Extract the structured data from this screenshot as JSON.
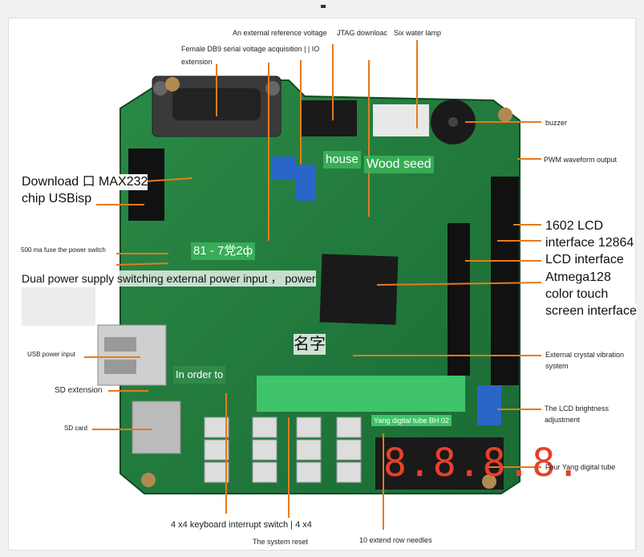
{
  "labels": {
    "ext_ref_voltage": "An external reference voltage",
    "jtag_download": "JTAG downloac",
    "six_water_lamp": "Six water lamp",
    "female_db9": "Female DB9 serial voltage acquisition | | IO",
    "extension": "extension",
    "buzzer": "buzzer",
    "pwm_output": "PWM waveform output",
    "download_line1": "Download 口 MAX232",
    "download_line2": "chip USBisp",
    "fuse_switch": "500 ma fuse the power switch",
    "dual_power": "Dual power supply switching external power input ， power",
    "lcd1602": "1602 LCD",
    "interface_12864": "interface 12864",
    "lcd_interface": "LCD interface",
    "atmega128": "Atmega128",
    "color_touch": "color touch",
    "screen_interface": "screen interface",
    "usb_power": "USB power input",
    "sd_extension": "SD extension",
    "sd_card": "SD card",
    "crystal_line1": "External crystal vibration",
    "crystal_line2": "system",
    "lcd_brightness_1": "The LCD brightness",
    "lcd_brightness_2": "adjustment",
    "four_yang": "Four Yang digital tube",
    "keyboard_switch": "4 x4 keyboard interrupt switch | 4 x4",
    "system_reset": "The system reset",
    "extend_row": "10 extend row needles",
    "house": "house",
    "wood_seed": "Wood seed",
    "name_chars": "名字",
    "in_order_to": "In order to",
    "yang_tube_bh": "Yang digital tube BH 02",
    "chip_81": "81 - 7党2ф"
  },
  "colors": {
    "board": "#1f7a3a",
    "board_dark": "#145a29",
    "leader_line": "#e87a1c",
    "digit": "#e8402a"
  },
  "digit_display": "8.8.8.8."
}
